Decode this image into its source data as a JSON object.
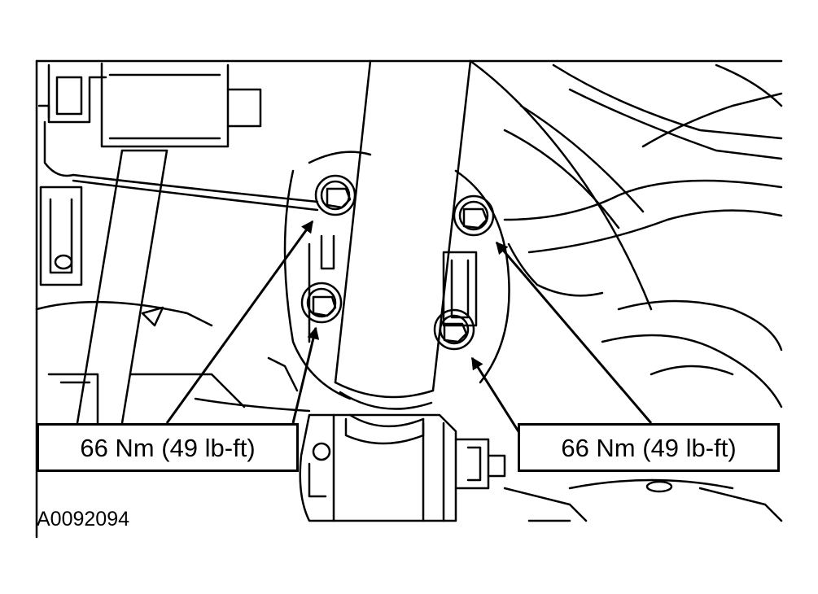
{
  "figure": {
    "id": "A0092094",
    "callouts": [
      {
        "label": "66 Nm (49 lb-ft)"
      },
      {
        "label": "66 Nm (49 lb-ft)"
      }
    ]
  },
  "colors": {
    "line": "#000000",
    "background": "#ffffff"
  }
}
